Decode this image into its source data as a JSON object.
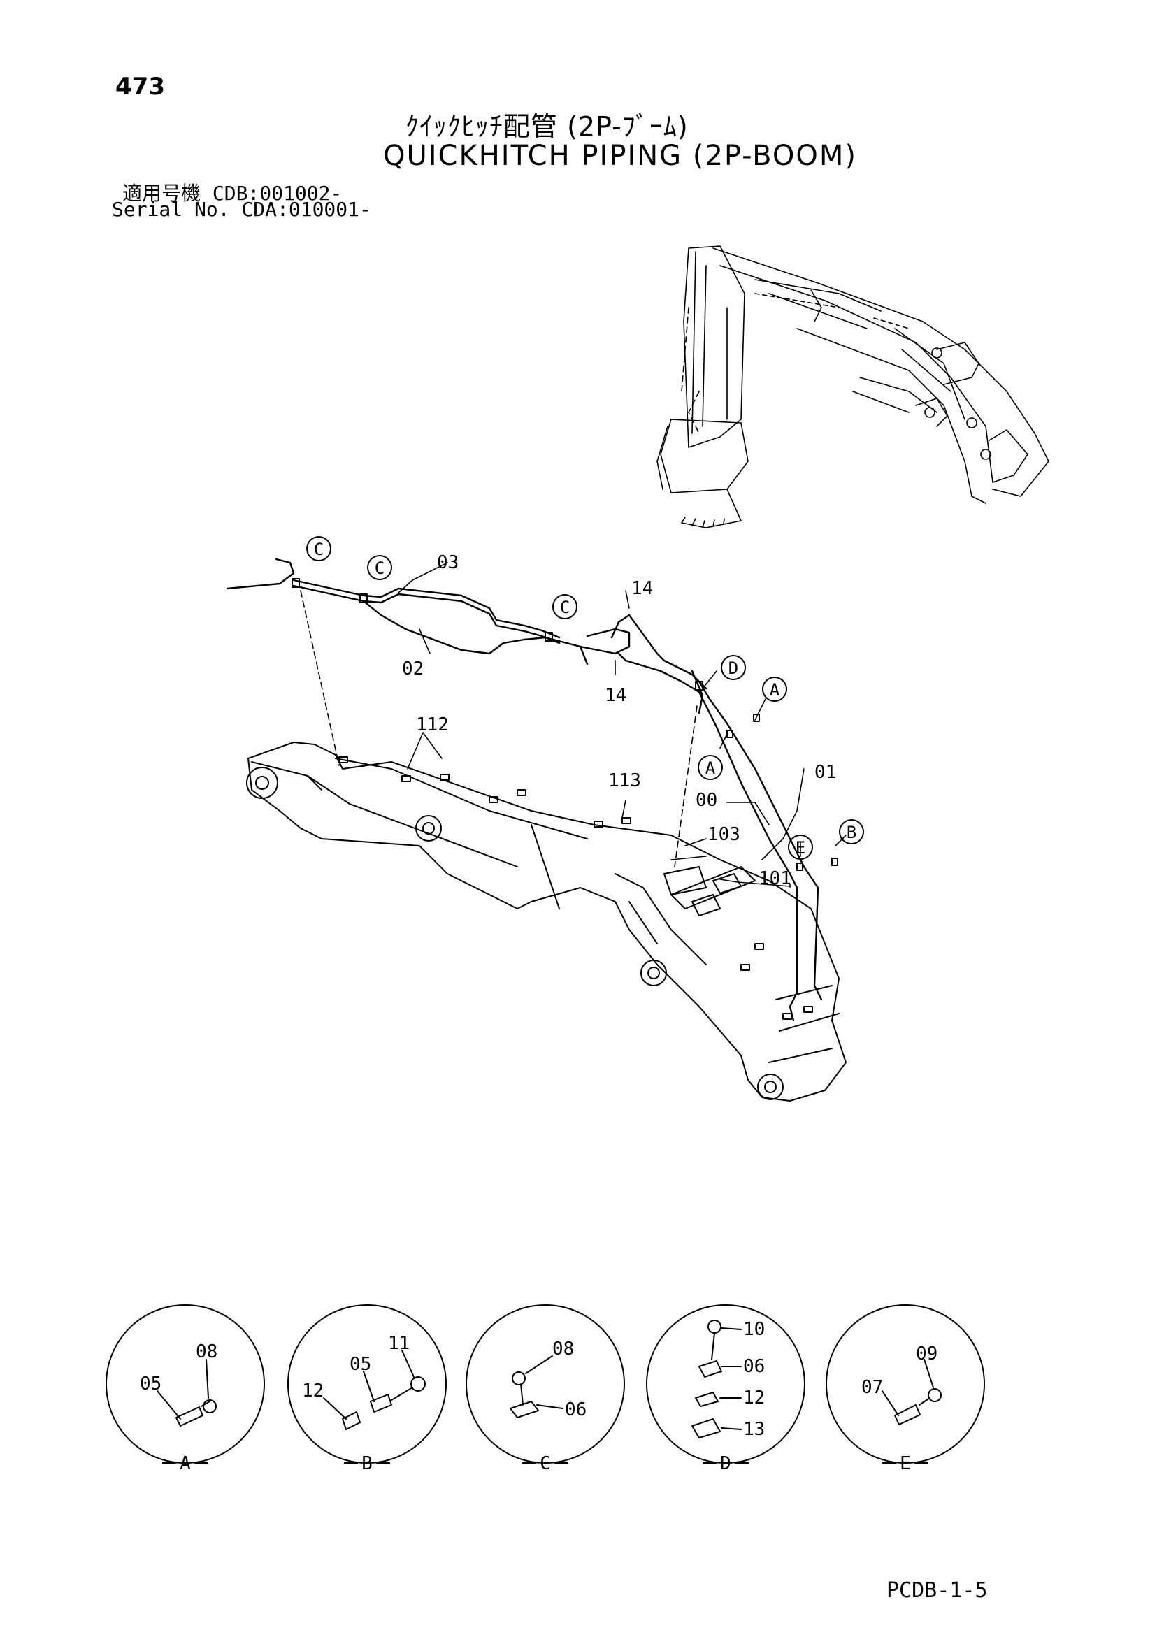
{
  "header": {
    "page_number": "473",
    "title_jp": "ｸｲｯｸﾋｯﾁ配管 (2P-ﾌﾞｰﾑ)",
    "title_en": "QUICKHITCH PIPING (2P-BOOM)",
    "serial_line_1": "適用号機 CDB:001002-",
    "serial_line_2": "Serial No. CDA:010001-"
  },
  "callouts": {
    "c1": "C",
    "c2": "C",
    "c3": "C",
    "d": "D",
    "a1": "A",
    "a2": "A",
    "b": "B",
    "e": "E"
  },
  "part_numbers": {
    "p03": "03",
    "p02": "02",
    "p14a": "14",
    "p14b": "14",
    "p112": "112",
    "p113": "113",
    "p00": "00",
    "p01": "01",
    "p103": "103",
    "p101": "101"
  },
  "detail_views": [
    {
      "label": "A",
      "parts": [
        "08",
        "05"
      ]
    },
    {
      "label": "B",
      "parts": [
        "11",
        "05",
        "12"
      ]
    },
    {
      "label": "C",
      "parts": [
        "08",
        "06"
      ]
    },
    {
      "label": "D",
      "parts": [
        "10",
        "06",
        "12",
        "13"
      ]
    },
    {
      "label": "E",
      "parts": [
        "09",
        "07"
      ]
    }
  ],
  "footer": {
    "code": "PCDB-1-5"
  },
  "colors": {
    "ink": "#000000",
    "paper": "#ffffff"
  }
}
